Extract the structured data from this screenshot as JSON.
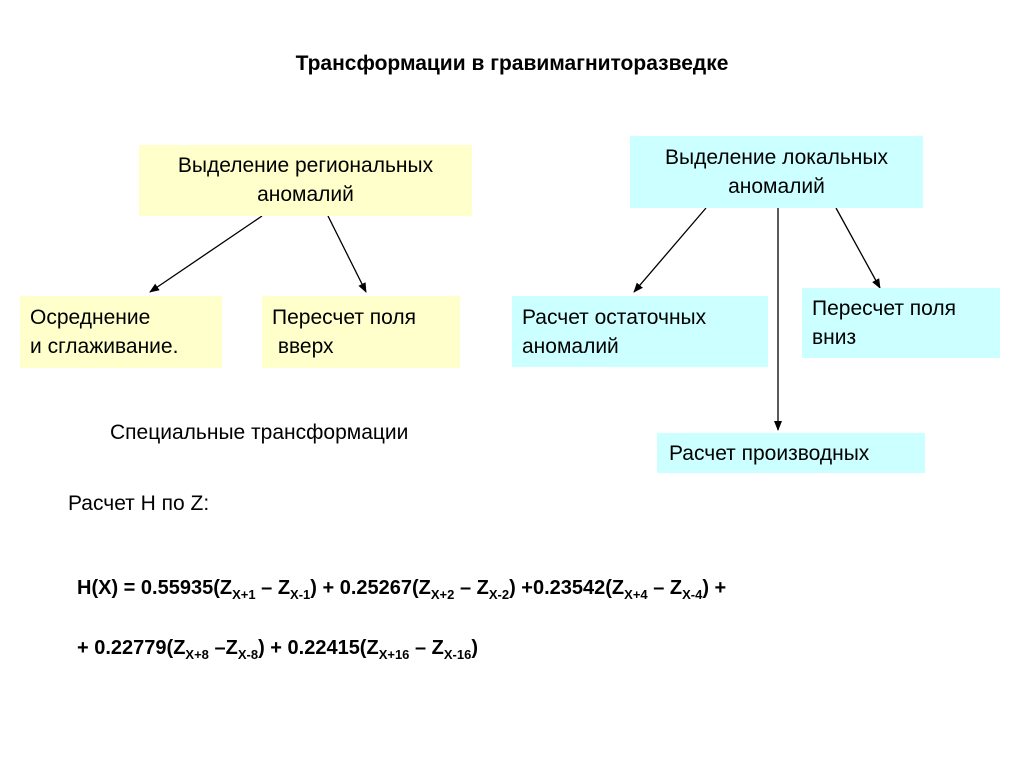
{
  "title": "Трансформации в гравимагниторазведке",
  "regional": {
    "label": [
      "Выделение региональных",
      "аномалий"
    ],
    "color": "#ffffcc",
    "children": [
      {
        "id": "averaging",
        "label": [
          "Осреднение",
          "и сглаживание."
        ]
      },
      {
        "id": "upward",
        "label": [
          "Пересчет поля",
          " вверх"
        ]
      }
    ]
  },
  "local": {
    "label": [
      "Выделение локальных",
      "аномалий"
    ],
    "color": "#ccffff",
    "children": [
      {
        "id": "residual",
        "label": [
          "Расчет остаточных",
          "аномалий"
        ]
      },
      {
        "id": "downward",
        "label": [
          "Пересчет поля",
          "вниз"
        ]
      },
      {
        "id": "derivatives",
        "label": [
          "Расчет производных"
        ]
      }
    ]
  },
  "special_heading": "Специальные трансформации",
  "h_from_z_heading": "Расчет Н по Z:",
  "formula": {
    "line1": [
      {
        "t": "H(X) = 0.55935(Z"
      },
      {
        "s": "X+1"
      },
      {
        "t": " – Z"
      },
      {
        "s": "X-1"
      },
      {
        "t": ") + 0.25267(Z"
      },
      {
        "s": "X+2"
      },
      {
        "t": " – Z"
      },
      {
        "s": "X-2"
      },
      {
        "t": ") +0.23542(Z"
      },
      {
        "s": "X+4"
      },
      {
        "t": " – Z"
      },
      {
        "s": "X-4"
      },
      {
        "t": ") +"
      }
    ],
    "line2": [
      {
        "t": "+ 0.22779(Z"
      },
      {
        "s": "X+8"
      },
      {
        "t": " –Z"
      },
      {
        "s": "X-8"
      },
      {
        "t": ") + 0.22415(Z"
      },
      {
        "s": "X+16"
      },
      {
        "t": " – Z"
      },
      {
        "s": "X-16"
      },
      {
        "t": ")"
      }
    ]
  }
}
